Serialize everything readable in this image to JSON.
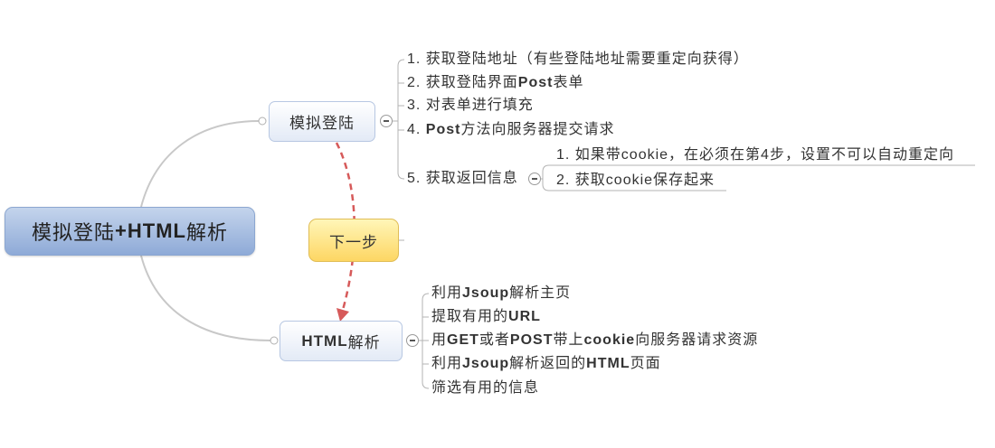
{
  "root_topic": {
    "parts": [
      "模拟登陆",
      "+HTML",
      "解析"
    ]
  },
  "login_topic": {
    "label": "模拟登陆",
    "steps": [
      {
        "parts": [
          "1. 获取登陆地址（有些登陆地址需要重定向获得）"
        ]
      },
      {
        "parts": [
          "2. 获取登陆界面",
          "Post",
          "表单"
        ]
      },
      {
        "parts": [
          "3. 对表单进行填充"
        ]
      },
      {
        "parts": [
          "4. ",
          "Post",
          "方法向服务器提交请求"
        ]
      },
      {
        "parts": [
          "5. 获取返回信息"
        ],
        "substeps": [
          "1. 如果带cookie，在必须在第4步，设置不可以自动重定向",
          "2. 获取cookie保存起来"
        ]
      }
    ]
  },
  "relationship": {
    "label": "下一步"
  },
  "html_topic": {
    "parts": [
      "HTML",
      "解析"
    ],
    "steps": [
      {
        "parts": [
          "利用",
          "Jsoup",
          "解析主页"
        ]
      },
      {
        "parts": [
          "提取有用的",
          "URL"
        ]
      },
      {
        "parts": [
          "用",
          "GET",
          "或者",
          "POST",
          "带上",
          "cookie",
          "向服务器请求资源"
        ]
      },
      {
        "parts": [
          "利用",
          "Jsoup",
          "解析返回的",
          "HTML",
          "页面"
        ]
      },
      {
        "parts": [
          "筛选有用的信息"
        ]
      }
    ]
  },
  "icons": {
    "collapse": "minus-icon"
  },
  "colors": {
    "root_top": "#c4d4ec",
    "root_bottom": "#8eaad7",
    "topic_bottom": "#e3eaf6",
    "next_top": "#fff6b8",
    "next_bottom": "#fdd663",
    "line": "#c8c8c8",
    "arrow": "#d65a5a",
    "text": "#333333"
  }
}
